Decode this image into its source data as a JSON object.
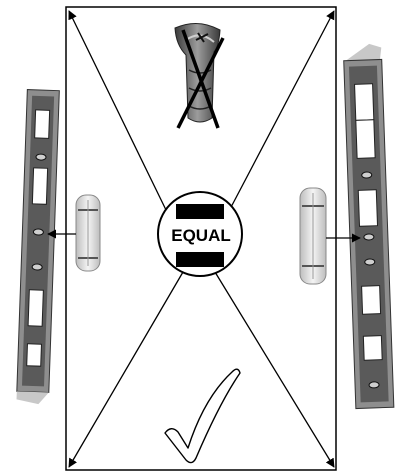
{
  "center_label": "EQUAL",
  "icons": {
    "top": "crossed-out-screw-icon",
    "bottom": "checkmark-icon",
    "left": "spirit-level-left",
    "right": "spirit-level-right"
  },
  "colors": {
    "line": "#000000",
    "level_frame": "#9a9a9a",
    "level_dark": "#4f4f4f",
    "vial_fill": "#dcdcdc",
    "check_fill": "#ffffff"
  }
}
